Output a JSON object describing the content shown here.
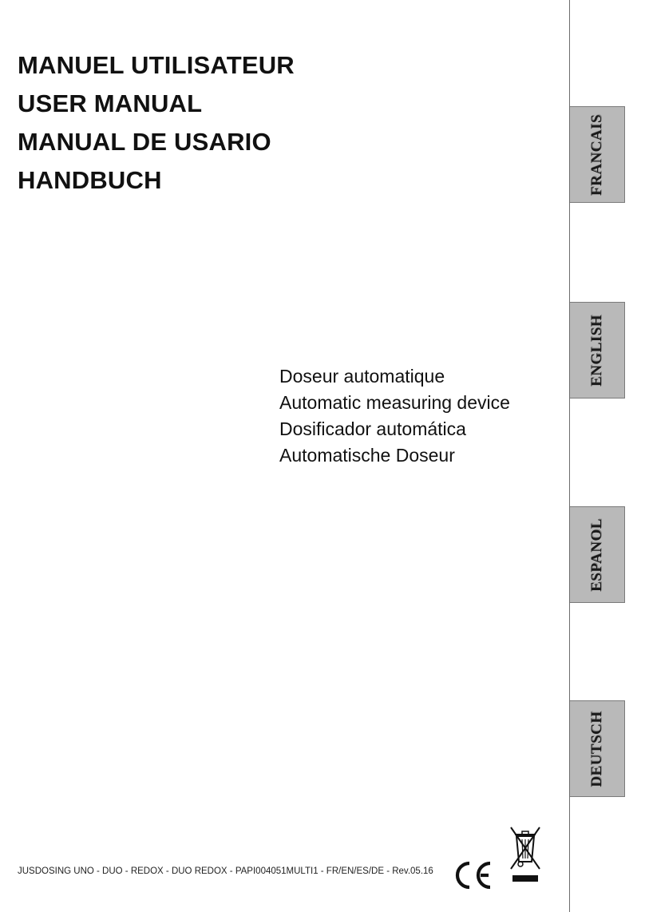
{
  "titles": [
    "MANUEL UTILISATEUR",
    "USER MANUAL",
    "MANUAL DE USARIO",
    "HANDBUCH"
  ],
  "subtitles": [
    "Doseur automatique",
    "Automatic measuring device",
    "Dosificador automática",
    "Automatische Doseur"
  ],
  "language_tabs": [
    {
      "label": "FRANCAIS"
    },
    {
      "label": "ENGLISH"
    },
    {
      "label": "ESPANOL"
    },
    {
      "label": "DEUTSCH"
    }
  ],
  "footer": {
    "text": "JUSDOSING UNO - DUO - REDOX - DUO REDOX - PAPI004051MULTI1 - FR/EN/ES/DE - Rev.05.16"
  },
  "marks": {
    "ce": "ce-mark-icon",
    "weee": "crossed-out-wheelie-bin-icon"
  },
  "colors": {
    "tab_background": "#b9b9b9",
    "tab_border": "#7a7a7a",
    "text": "#111111"
  }
}
